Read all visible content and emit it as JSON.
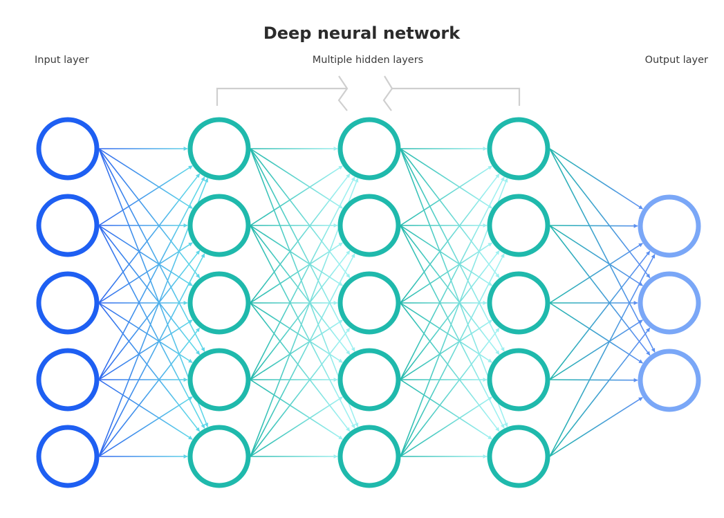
{
  "diagram": {
    "title": "Deep neural network",
    "labels": {
      "input": "Input layer",
      "hidden": "Multiple hidden layers",
      "output": "Output layer"
    },
    "layers": [
      {
        "name": "input",
        "role": "Input layer",
        "node_count": 5,
        "color": "#1e5ff2"
      },
      {
        "name": "hidden-1",
        "role": "Hidden layer",
        "node_count": 5,
        "color": "#1fb9ac"
      },
      {
        "name": "hidden-2",
        "role": "Hidden layer",
        "node_count": 5,
        "color": "#1fb9ac"
      },
      {
        "name": "hidden-3",
        "role": "Hidden layer",
        "node_count": 5,
        "color": "#1fb9ac"
      },
      {
        "name": "output",
        "role": "Output layer",
        "node_count": 3,
        "color": "#7aa7f7"
      }
    ],
    "connections": [
      {
        "from": "input",
        "to": "hidden-1",
        "pattern": "fully-connected",
        "color_start": "#2e64ee",
        "color_end": "#5fd6e8"
      },
      {
        "from": "hidden-1",
        "to": "hidden-2",
        "pattern": "fully-connected",
        "color_start": "#22b8ab",
        "color_end": "#9ef0f0"
      },
      {
        "from": "hidden-2",
        "to": "hidden-3",
        "pattern": "fully-connected",
        "color_start": "#22b8ab",
        "color_end": "#9ef0f0"
      },
      {
        "from": "hidden-3",
        "to": "output",
        "pattern": "fully-connected",
        "color_start": "#22b8ab",
        "color_end": "#5b8ff0"
      }
    ],
    "bracket_color": "#cfcfcf"
  }
}
